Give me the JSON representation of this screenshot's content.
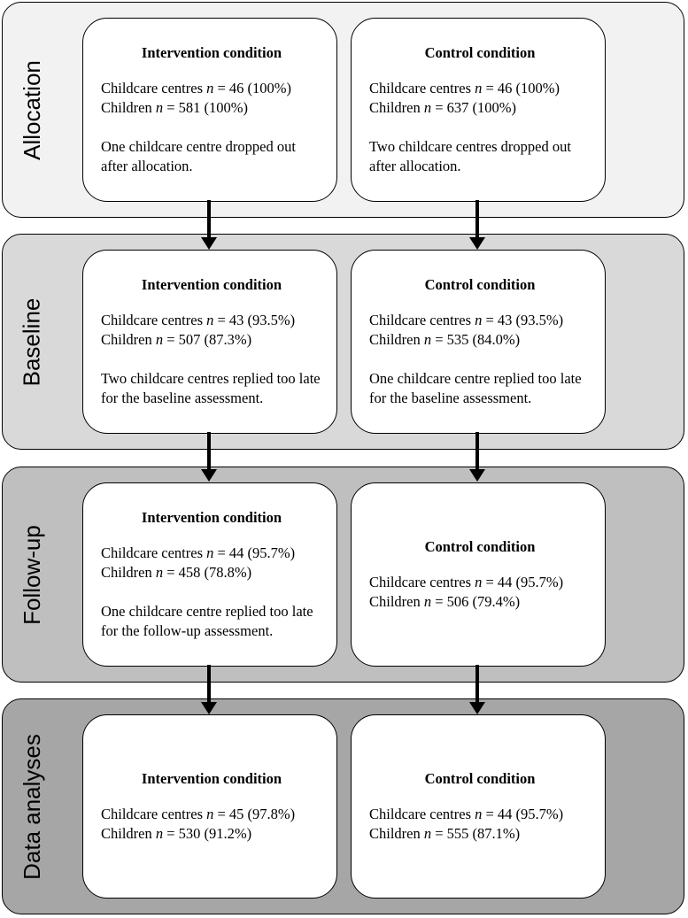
{
  "stages": [
    {
      "label": "Allocation",
      "intervention": {
        "title": "Intervention condition",
        "centres_prefix": "Childcare centres ",
        "centres_value": " = 46 (100%)",
        "children_prefix": "Children ",
        "children_value": " = 581 (100%)",
        "note": "One childcare centre dropped out after allocation."
      },
      "control": {
        "title": "Control condition",
        "centres_prefix": "Childcare centres ",
        "centres_value": " = 46 (100%)",
        "children_prefix": "Children ",
        "children_value": " = 637 (100%)",
        "note": "Two childcare centres dropped out after allocation."
      }
    },
    {
      "label": "Baseline",
      "intervention": {
        "title": "Intervention condition",
        "centres_prefix": "Childcare centres ",
        "centres_value": " = 43 (93.5%)",
        "children_prefix": "Children ",
        "children_value": " = 507 (87.3%)",
        "note": "Two childcare centres replied too late for the baseline assessment."
      },
      "control": {
        "title": "Control condition",
        "centres_prefix": "Childcare centres ",
        "centres_value": " = 43 (93.5%)",
        "children_prefix": "Children ",
        "children_value": " = 535 (84.0%)",
        "note": "One childcare centre replied too late for the baseline assessment."
      }
    },
    {
      "label": "Follow-up",
      "intervention": {
        "title": "Intervention condition",
        "centres_prefix": "Childcare centres ",
        "centres_value": " = 44 (95.7%)",
        "children_prefix": "Children ",
        "children_value": " = 458 (78.8%)",
        "note": "One childcare centre replied too late for the follow-up assessment."
      },
      "control": {
        "title": "Control condition",
        "centres_prefix": "Childcare centres ",
        "centres_value": " = 44 (95.7%)",
        "children_prefix": "Children ",
        "children_value": " = 506 (79.4%)"
      }
    },
    {
      "label": "Data analyses",
      "intervention": {
        "title": "Intervention condition",
        "centres_prefix": "Childcare centres ",
        "centres_value": " = 45 (97.8%)",
        "children_prefix": "Children ",
        "children_value": " = 530 (91.2%)"
      },
      "control": {
        "title": "Control condition",
        "centres_prefix": "Childcare centres ",
        "centres_value": " = 44 (95.7%)",
        "children_prefix": "Children ",
        "children_value": " = 555 (87.1%)"
      }
    }
  ],
  "n_symbol": "n",
  "colors": {
    "stage_allocation": "#f2f2f2",
    "stage_baseline": "#d9d9d9",
    "stage_followup": "#bfbfbf",
    "stage_data_analyses": "#a6a6a6",
    "box": "#ffffff",
    "line": "#000000"
  }
}
